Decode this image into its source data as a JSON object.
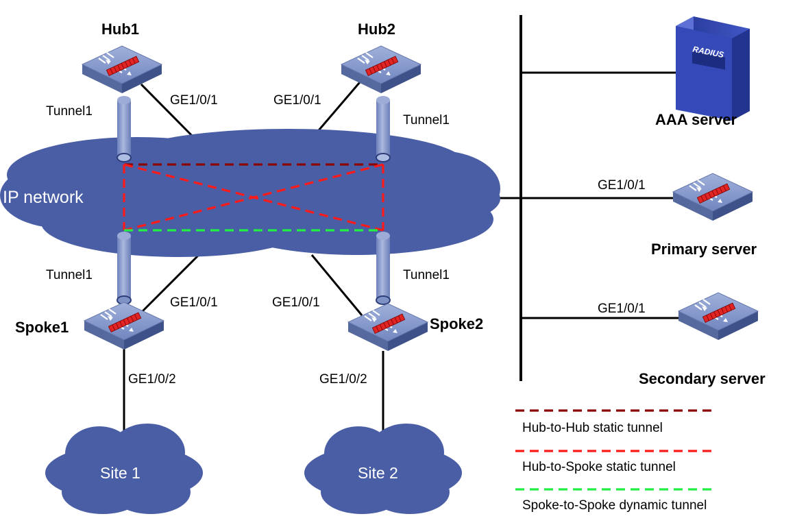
{
  "devices": {
    "hub1": {
      "name": "Hub1",
      "tunnel": "Tunnel1",
      "interface": "GE1/0/1"
    },
    "hub2": {
      "name": "Hub2",
      "tunnel": "Tunnel1",
      "interface": "GE1/0/1"
    },
    "spoke1": {
      "name": "Spoke1",
      "tunnel": "Tunnel1",
      "interface": "GE1/0/1",
      "lan_interface": "GE1/0/2"
    },
    "spoke2": {
      "name": "Spoke2",
      "tunnel": "Tunnel1",
      "interface": "GE1/0/1",
      "lan_interface": "GE1/0/2"
    }
  },
  "network": {
    "name": "IP network"
  },
  "sites": {
    "site1": "Site 1",
    "site2": "Site 2"
  },
  "servers": {
    "aaa": {
      "name": "AAA server",
      "badge": "RADIUS"
    },
    "primary": {
      "name": "Primary server",
      "interface": "GE1/0/1"
    },
    "secondary": {
      "name": "Secondary server",
      "interface": "GE1/0/1"
    }
  },
  "legend": {
    "hub_to_hub": {
      "label": "Hub-to-Hub  static tunnel",
      "color": "#8b0000"
    },
    "hub_to_spoke": {
      "label": "Hub-to-Spoke  static tunnel",
      "color": "#ff1a1a"
    },
    "spoke_to_spoke": {
      "label": "Spoke-to-Spoke  dynamic tunnel",
      "color": "#22ee44"
    }
  },
  "colors": {
    "cloud": "#4a5ea6",
    "tube": "#8a9ccc",
    "device_top": "#8597c8",
    "device_side": "#5a6ea8"
  }
}
